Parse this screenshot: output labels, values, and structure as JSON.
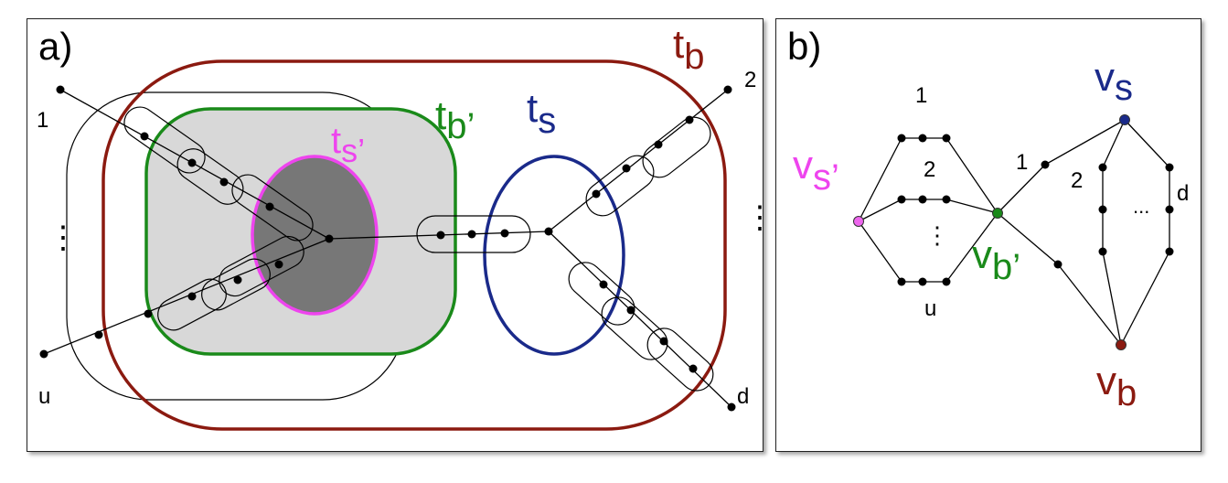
{
  "panel_a": {
    "label": "a)",
    "tb": {
      "main": "t",
      "sub": "b",
      "color": "#8b1a10"
    },
    "tbp": {
      "main": "t",
      "sub": "b’",
      "color": "#1a8a1a"
    },
    "ts": {
      "main": "t",
      "sub": "s",
      "color": "#1a2a8a"
    },
    "tsp": {
      "main": "t",
      "sub": "s’",
      "color": "#ee44ee"
    },
    "leaf_1": "1",
    "leaf_2": "2",
    "leaf_u": "u",
    "leaf_d": "d",
    "dots_left": "⋮",
    "dots_right": "⋮"
  },
  "panel_b": {
    "label": "b)",
    "vs": {
      "main": "v",
      "sub": "s",
      "color": "#1a2a8a"
    },
    "vsp": {
      "main": "v",
      "sub": "s’",
      "color": "#ee44ee"
    },
    "vbp": {
      "main": "v",
      "sub": "b’",
      "color": "#1a8a1a"
    },
    "vb": {
      "main": "v",
      "sub": "b",
      "color": "#8b1a10"
    },
    "path_1": "1",
    "path_2": "2",
    "path_u": "u",
    "path_dots": "⋮",
    "right_1": "1",
    "right_2": "2",
    "right_d": "d",
    "right_dots": "..."
  }
}
